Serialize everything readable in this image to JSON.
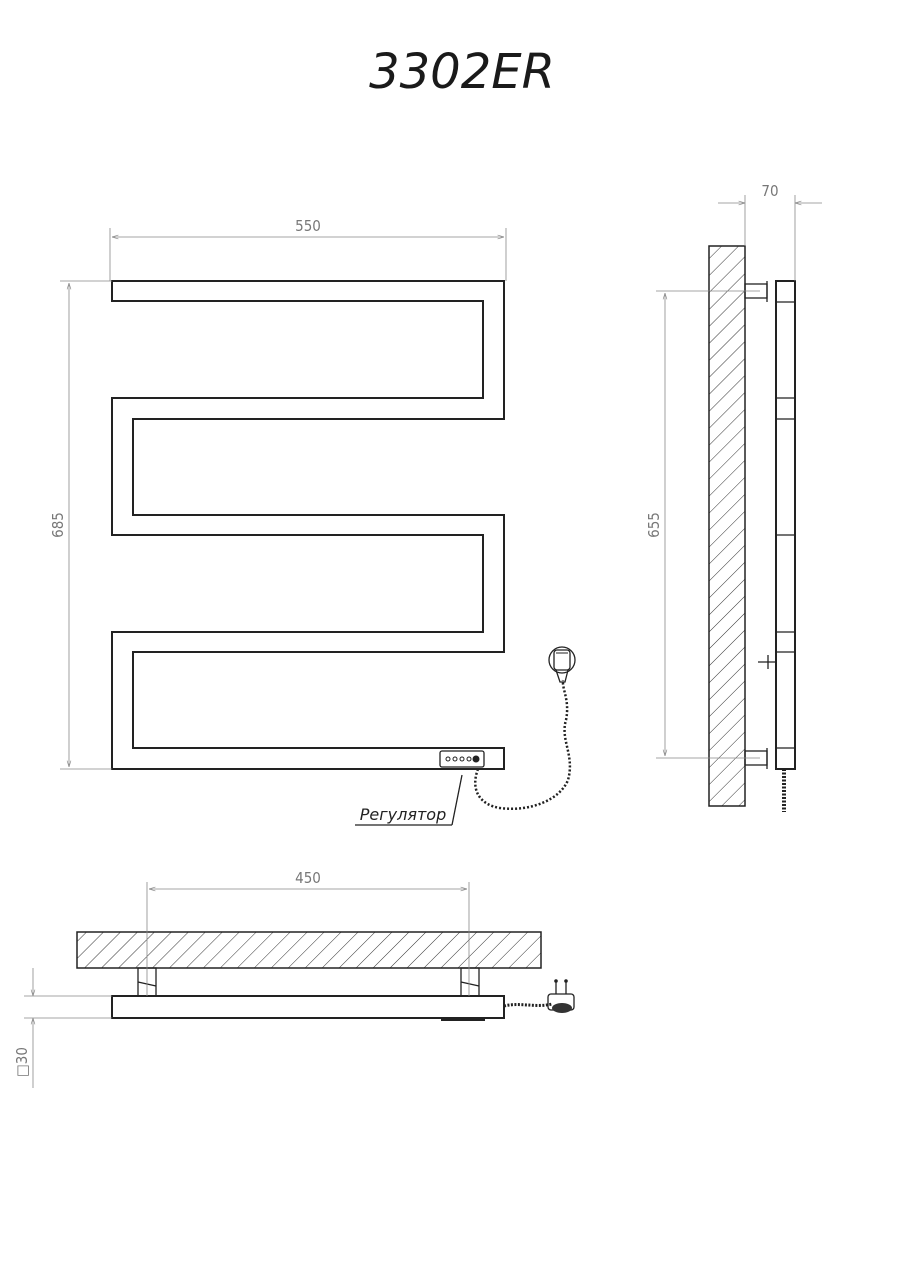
{
  "title": "3302ER",
  "dimensions": {
    "width_overall": "550",
    "height_overall": "685",
    "depth": "70",
    "mount_height": "655",
    "mount_spacing": "450",
    "tube_section": "□30"
  },
  "labels": {
    "controller": "Регулятор"
  }
}
